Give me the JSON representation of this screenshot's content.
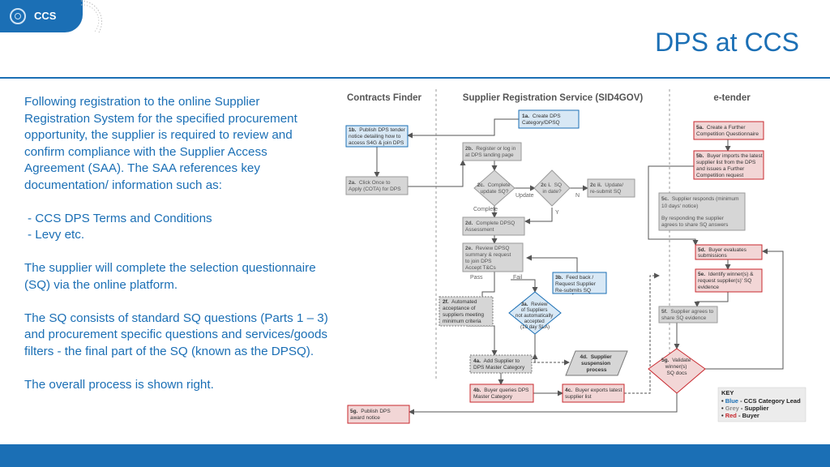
{
  "header": {
    "logo_text": "CCS",
    "title": "DPS at CCS"
  },
  "intro": {
    "para1": "Following registration to the online Supplier Registration System for the specified procurement opportunity, the supplier is required to review and confirm compliance with the Supplier Access Agreement (SAA). The SAA references key documentation/ information such as:",
    "bullets": [
      "- CCS DPS Terms and Conditions",
      "- Levy etc."
    ],
    "para2": "The supplier will complete the selection questionnaire (SQ)  via the online platform.",
    "para3": "The SQ consists of standard SQ questions (Parts 1 – 3) and procurement specific questions and services/goods filters - the final part of the SQ (known as the DPSQ).",
    "para4": "The overall process is shown right."
  },
  "diagram": {
    "lanes": [
      "Contracts Finder",
      "Supplier Registration Service (SID4GOV)",
      "e-tender"
    ],
    "nodes": {
      "n1a": [
        "1a.",
        "Create DPS",
        "Category/DPSQ"
      ],
      "n1b": [
        "1b.",
        "Publish DPS tender",
        "notice detailing how to",
        "access S4G & join DPS"
      ],
      "n2a": [
        "2a.",
        "Click Once to",
        "Apply (COTA) for DPS"
      ],
      "n2b": [
        "2b.",
        "Register or log in",
        "at DPS landing page"
      ],
      "n2c": [
        "2c.",
        "Complete",
        "update SQ?"
      ],
      "n2ci": [
        "2c i.",
        "SQ",
        "in date?"
      ],
      "n2cii": [
        "2c ii.",
        "Update/",
        "re-submit SQ"
      ],
      "n2d": [
        "2d.",
        "Complete DPSQ",
        "Assessment"
      ],
      "n2e": [
        "2e.",
        "Review DPSQ",
        "summary & request",
        "to join DPS",
        "Accept T&Cs"
      ],
      "n2f": [
        "2f.",
        "Automated",
        "acceptance of",
        "suppliers meeting",
        "minimum criteria"
      ],
      "n3a": [
        "3a.",
        "Review",
        "of Suppliers",
        "not automatically",
        "accepted",
        "(10 day SLA)"
      ],
      "n3b": [
        "3b.",
        "Feed back /",
        "Request Supplier",
        "Re-submits SQ"
      ],
      "n4a": [
        "4a.",
        "Add Supplier to",
        "DPS Master Category"
      ],
      "n4b": [
        "4b.",
        "Buyer queries DPS",
        "Master Category"
      ],
      "n4c": [
        "4c.",
        "Buyer exports latest",
        "supplier list"
      ],
      "n4d": [
        "4d.",
        "Supplier",
        "suspension",
        "process"
      ],
      "n5a": [
        "5a.",
        "Create a Further",
        "Competition Questionnaire"
      ],
      "n5b": [
        "5b.",
        "Buyer imports the latest",
        "supplier list from the DPS",
        "and issues a Further",
        "Competition request"
      ],
      "n5c": [
        "5c.",
        "Supplier responds (minimum",
        "10 days' notice)",
        "By responding the supplier",
        "agrees to share SQ answers"
      ],
      "n5d": [
        "5d.",
        "Buyer evaluates",
        "submissions"
      ],
      "n5e": [
        "5e.",
        "Identify winner(s) &",
        "request supplier(s)' SQ",
        "evidence"
      ],
      "n5f": [
        "5f.",
        "Supplier agrees to",
        "share SQ evidence"
      ],
      "n5g": [
        "5g.",
        "Validate",
        "winner(s)",
        "SQ docs"
      ],
      "n5g2": [
        "5g.",
        "Publish DPS",
        "award notice"
      ]
    },
    "edge_labels": {
      "update": "Update",
      "n": "N",
      "y": "Y",
      "complete": "Complete",
      "pass": "Pass",
      "fail": "Fail"
    },
    "key": {
      "title": "KEY",
      "items": [
        {
          "bullet": "• ",
          "name": "Blue",
          "sep": " - ",
          "desc": "CCS Category Lead",
          "color": "#1b6fb5"
        },
        {
          "bullet": "• ",
          "name": "Grey",
          "sep": " - ",
          "desc": "Supplier",
          "color": "#888888"
        },
        {
          "bullet": "• ",
          "name": "Red",
          "sep": " -  ",
          "desc": "Buyer",
          "color": "#c8282e"
        }
      ]
    }
  },
  "colors": {
    "brand_blue": "#1b6fb5",
    "ccs_fill": "#d8e8f5",
    "supplier_fill": "#d6d6d6",
    "supplier_stroke": "#9a9a9a",
    "buyer_fill": "#f2d6d6",
    "buyer_stroke": "#c8282e"
  }
}
